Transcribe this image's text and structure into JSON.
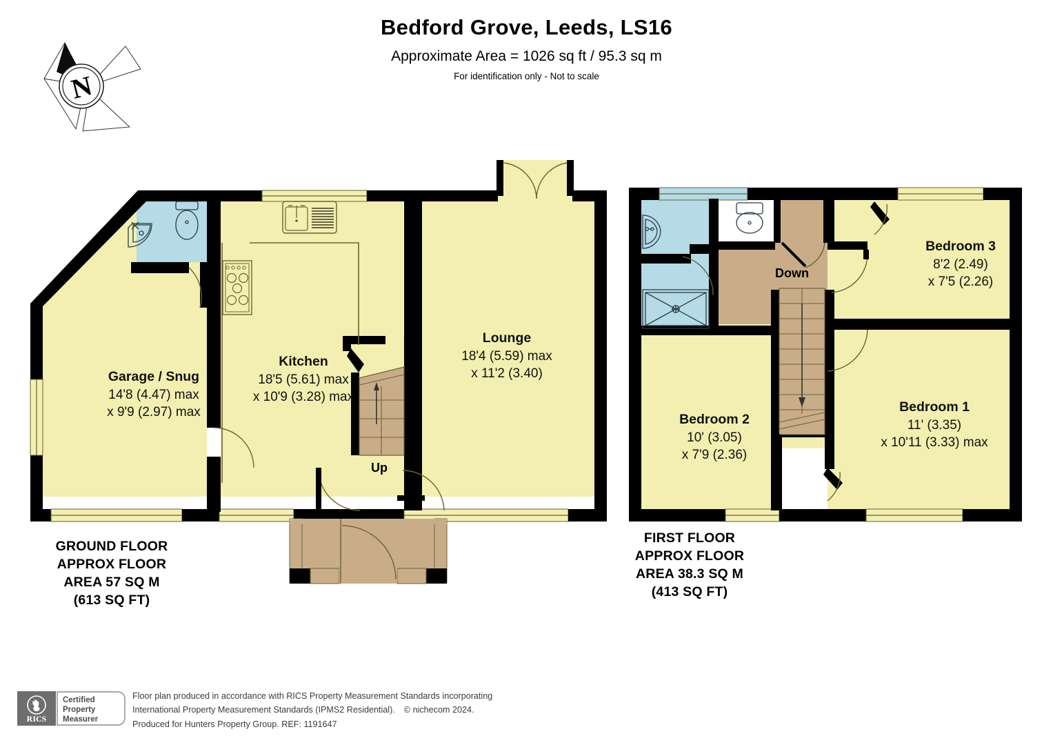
{
  "header": {
    "title": "Bedford Grove, Leeds, LS16",
    "area": "Approximate Area = 1026 sq ft / 95.3 sq m",
    "note": "For identification only - Not to scale"
  },
  "compass": {
    "label": "N",
    "name": "north-compass-rose"
  },
  "ground_floor": {
    "caption_line1": "GROUND FLOOR",
    "caption_line2": "APPROX FLOOR",
    "caption_line3": "AREA 57 SQ M",
    "caption_line4": "(613 SQ FT)",
    "stair_label": "Up",
    "rooms": [
      {
        "name": "Garage / Snug",
        "dim1": "14'8 (4.47) max",
        "dim2": "x 9'9 (2.97) max"
      },
      {
        "name": "Kitchen",
        "dim1": "18'5 (5.61) max",
        "dim2": "x 10'9 (3.28) max"
      },
      {
        "name": "Lounge",
        "dim1": "18'4 (5.59) max",
        "dim2": "x 11'2 (3.40)"
      }
    ]
  },
  "first_floor": {
    "caption_line1": "FIRST FLOOR",
    "caption_line2": "APPROX FLOOR",
    "caption_line3": "AREA 38.3 SQ M",
    "caption_line4": "(413 SQ FT)",
    "stair_label": "Down",
    "rooms": [
      {
        "name": "Bedroom 3",
        "dim1": "8'2 (2.49)",
        "dim2": "x 7'5 (2.26)"
      },
      {
        "name": "Bedroom 1",
        "dim1": "11' (3.35)",
        "dim2": "x 10'11 (3.33) max"
      },
      {
        "name": "Bedroom 2",
        "dim1": "10' (3.05)",
        "dim2": "x 7'9 (2.36)"
      }
    ]
  },
  "footer": {
    "badge_acronym": "RICS",
    "badge_line1": "Certified",
    "badge_line2": "Property",
    "badge_line3": "Measurer",
    "text_line1": "Floor plan produced in accordance with RICS Property Measurement Standards incorporating",
    "text_line2a": "International Property Measurement Standards (IPMS2 Residential).",
    "text_line2b": "© nichecom 2024.",
    "text_line3": "Produced for Hunters Property Group. REF: 1191647"
  },
  "colors": {
    "room_fill": "#f2efb0",
    "wet_fill": "#b4dbe6",
    "stair_fill": "#c9ad89",
    "wall": "#000000",
    "fixture_stroke": "#6b6234",
    "page_bg": "#ffffff"
  }
}
